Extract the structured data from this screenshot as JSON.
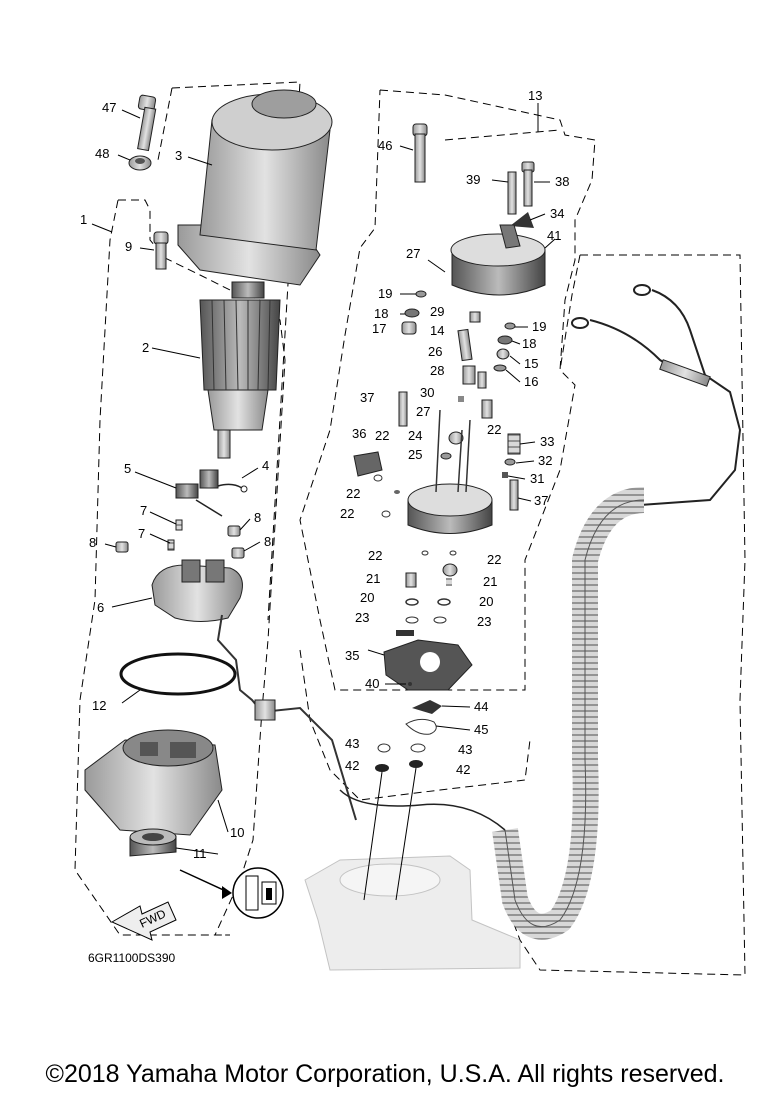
{
  "diagram": {
    "drawing_code": "6GR1100DS390",
    "direction_arrow": "FWD",
    "callouts": [
      {
        "id": "c47",
        "label": "47"
      },
      {
        "id": "c48",
        "label": "48"
      },
      {
        "id": "c3",
        "label": "3"
      },
      {
        "id": "c1",
        "label": "1"
      },
      {
        "id": "c9",
        "label": "9"
      },
      {
        "id": "c2",
        "label": "2"
      },
      {
        "id": "c5",
        "label": "5"
      },
      {
        "id": "c4",
        "label": "4"
      },
      {
        "id": "c7a",
        "label": "7"
      },
      {
        "id": "c7b",
        "label": "7"
      },
      {
        "id": "c8a",
        "label": "8"
      },
      {
        "id": "c8b",
        "label": "8"
      },
      {
        "id": "c8c",
        "label": "8"
      },
      {
        "id": "c6",
        "label": "6"
      },
      {
        "id": "c12",
        "label": "12"
      },
      {
        "id": "c10",
        "label": "10"
      },
      {
        "id": "c11",
        "label": "11"
      },
      {
        "id": "c13",
        "label": "13"
      },
      {
        "id": "c46",
        "label": "46"
      },
      {
        "id": "c39",
        "label": "39"
      },
      {
        "id": "c38",
        "label": "38"
      },
      {
        "id": "c34",
        "label": "34"
      },
      {
        "id": "c27a",
        "label": "27"
      },
      {
        "id": "c41",
        "label": "41"
      },
      {
        "id": "c19a",
        "label": "19"
      },
      {
        "id": "c18a",
        "label": "18"
      },
      {
        "id": "c17",
        "label": "17"
      },
      {
        "id": "c29",
        "label": "29"
      },
      {
        "id": "c14",
        "label": "14"
      },
      {
        "id": "c19b",
        "label": "19"
      },
      {
        "id": "c18b",
        "label": "18"
      },
      {
        "id": "c26",
        "label": "26"
      },
      {
        "id": "c15",
        "label": "15"
      },
      {
        "id": "c16",
        "label": "16"
      },
      {
        "id": "c28",
        "label": "28"
      },
      {
        "id": "c30",
        "label": "30"
      },
      {
        "id": "c37a",
        "label": "37"
      },
      {
        "id": "c27b",
        "label": "27"
      },
      {
        "id": "c36",
        "label": "36"
      },
      {
        "id": "c22a",
        "label": "22"
      },
      {
        "id": "c24",
        "label": "24"
      },
      {
        "id": "c22b",
        "label": "22"
      },
      {
        "id": "c33",
        "label": "33"
      },
      {
        "id": "c25",
        "label": "25"
      },
      {
        "id": "c32",
        "label": "32"
      },
      {
        "id": "c31",
        "label": "31"
      },
      {
        "id": "c22c",
        "label": "22"
      },
      {
        "id": "c37b",
        "label": "37"
      },
      {
        "id": "c22d",
        "label": "22"
      },
      {
        "id": "c22e",
        "label": "22"
      },
      {
        "id": "c22f",
        "label": "22"
      },
      {
        "id": "c21a",
        "label": "21"
      },
      {
        "id": "c21b",
        "label": "21"
      },
      {
        "id": "c20a",
        "label": "20"
      },
      {
        "id": "c20b",
        "label": "20"
      },
      {
        "id": "c23a",
        "label": "23"
      },
      {
        "id": "c23b",
        "label": "23"
      },
      {
        "id": "c35",
        "label": "35"
      },
      {
        "id": "c40",
        "label": "40"
      },
      {
        "id": "c44",
        "label": "44"
      },
      {
        "id": "c45",
        "label": "45"
      },
      {
        "id": "c43a",
        "label": "43"
      },
      {
        "id": "c43b",
        "label": "43"
      },
      {
        "id": "c42a",
        "label": "42"
      },
      {
        "id": "c42b",
        "label": "42"
      }
    ]
  },
  "footer": {
    "copyright": "©2018 Yamaha Motor Corporation, U.S.A. All rights reserved."
  }
}
